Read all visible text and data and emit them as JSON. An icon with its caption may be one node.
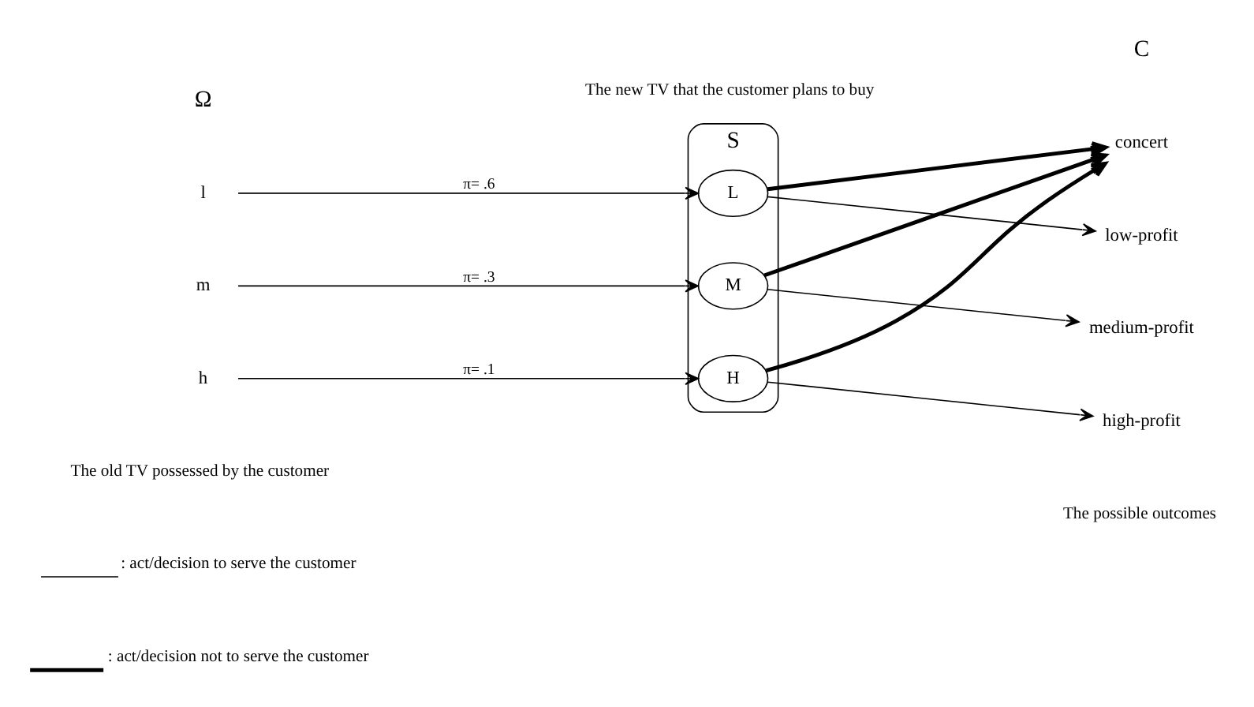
{
  "diagram": {
    "nodes": [
      {
        "text": [
          "l"
        ]
      },
      {
        "text": [
          "m"
        ]
      },
      {
        "text": [
          "h"
        ]
      },
      {
        "text": [
          "S"
        ]
      },
      {
        "text": [
          "L"
        ],
        "in": 3
      },
      {
        "text": [
          "M"
        ],
        "in": 3
      },
      {
        "text": [
          "H"
        ],
        "in": 3
      },
      {
        "text": [
          "concert"
        ]
      },
      {
        "text": [
          "low-profit"
        ]
      },
      {
        "text": [
          "medium-profit"
        ]
      },
      {
        "text": [
          "high-profit"
        ]
      }
    ],
    "edges": [
      {
        "from": 0,
        "to": 4,
        "arrow": "to",
        "label": "π= .6"
      },
      {
        "from": 1,
        "to": 5,
        "arrow": "to",
        "label": "π= .3"
      },
      {
        "from": 2,
        "to": 6,
        "arrow": "to",
        "label": "π= .1"
      },
      {
        "from": 4,
        "to": 7,
        "arrow": "to",
        "style": "thick"
      },
      {
        "from": 4,
        "to": 8,
        "arrow": "to"
      },
      {
        "from": 5,
        "to": 7,
        "arrow": "to",
        "style": "thick"
      },
      {
        "from": 5,
        "to": 9,
        "arrow": "to"
      },
      {
        "from": 6,
        "to": 7,
        "arrow": "to",
        "style": "thick"
      },
      {
        "from": 6,
        "to": 10,
        "arrow": "to"
      }
    ],
    "labels": [
      "Ω",
      "C",
      "The old TV possessed by the customer",
      "The new TV that the customer plans to buy",
      "The possible outcomes"
    ],
    "legend": [
      {
        "text": ": act/decision to serve the customer"
      },
      {
        "text": ": act/decision not to serve the customer"
      }
    ]
  }
}
